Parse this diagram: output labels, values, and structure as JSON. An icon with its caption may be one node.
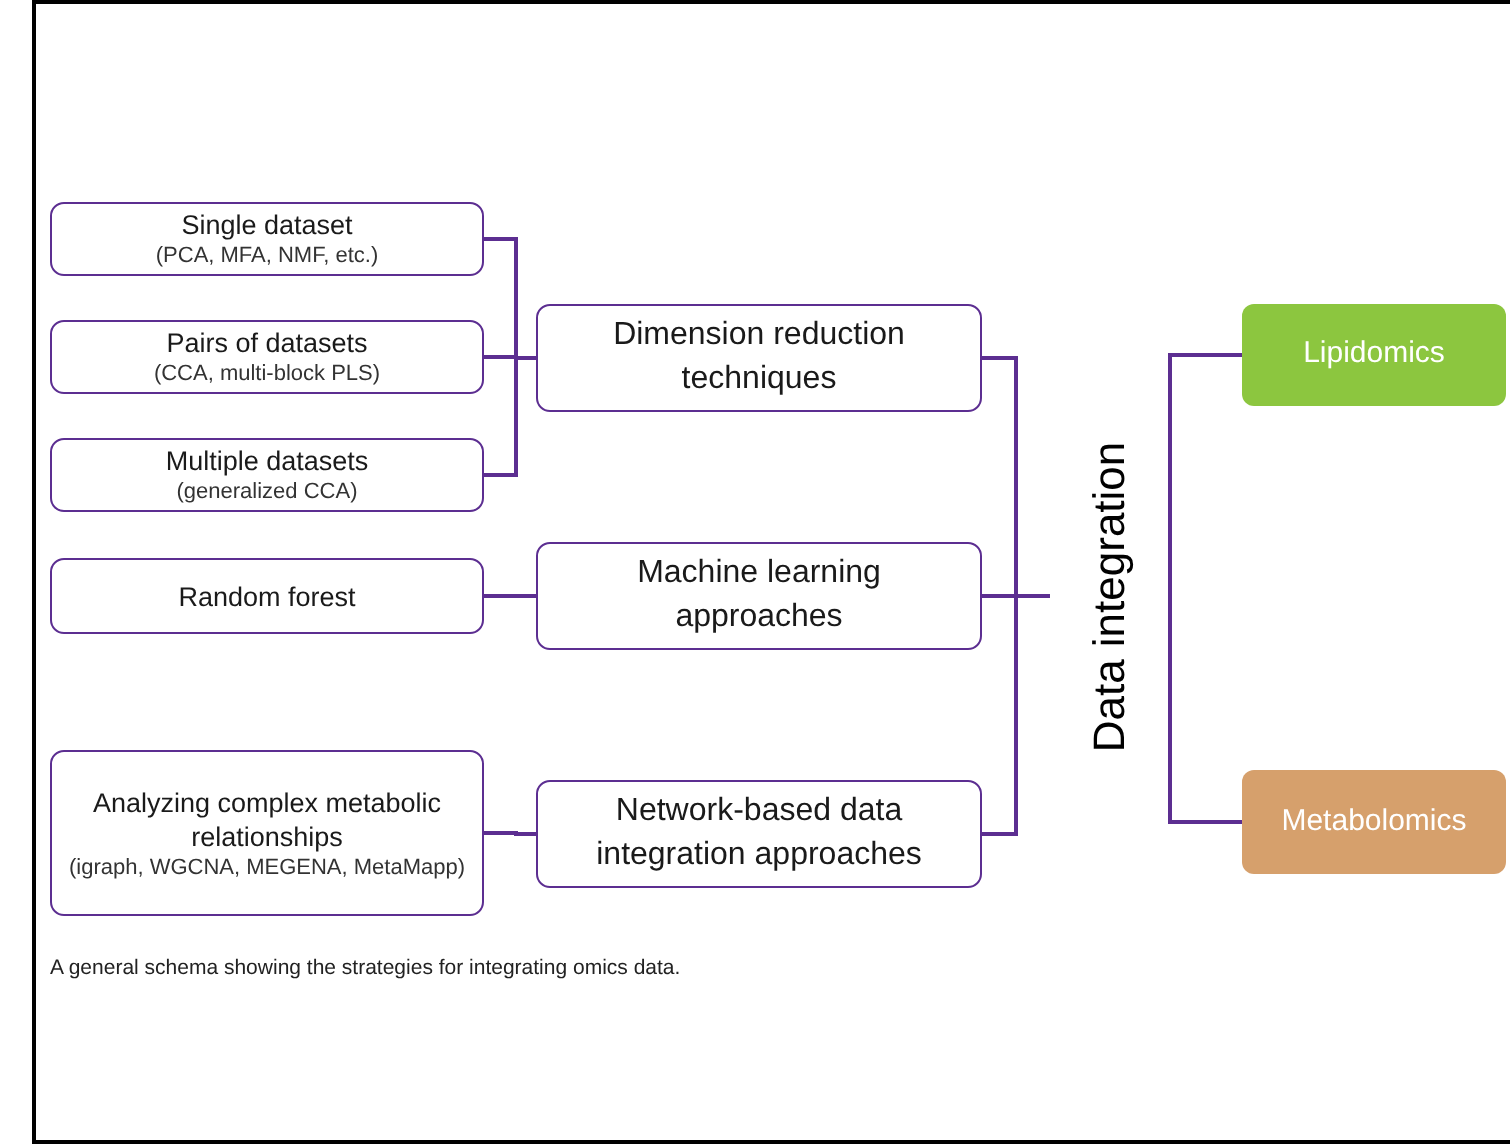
{
  "diagram": {
    "caption": "A general schema showing the strategies for integrating omics data.",
    "nodes": [
      {
        "text": [
          "Single dataset",
          "(PCA, MFA, NMF, etc.)"
        ]
      },
      {
        "text": [
          "Pairs of datasets",
          "(CCA, multi-block PLS)"
        ]
      },
      {
        "text": [
          "Multiple datasets",
          "(generalized CCA)"
        ]
      },
      {
        "text": [
          "Random forest"
        ]
      },
      {
        "text": [
          "Analyzing complex metabolic relationships",
          "(igraph, WGCNA, MEGENA, MetaMapp)"
        ]
      },
      {
        "text": [
          "Dimension reduction techniques"
        ]
      },
      {
        "text": [
          "Machine learning approaches"
        ]
      },
      {
        "text": [
          "Network-based data integration approaches"
        ]
      },
      {
        "text": [
          "Data integration"
        ]
      },
      {
        "text": [
          "Lipidomics"
        ]
      },
      {
        "text": [
          "Metabolomics"
        ]
      }
    ],
    "edges": [
      {
        "from": 0,
        "to": 5,
        "arrow": "none"
      },
      {
        "from": 1,
        "to": 5,
        "arrow": "none"
      },
      {
        "from": 2,
        "to": 5,
        "arrow": "none"
      },
      {
        "from": 3,
        "to": 6,
        "arrow": "none"
      },
      {
        "from": 4,
        "to": 7,
        "arrow": "none"
      },
      {
        "from": 5,
        "to": 8,
        "arrow": "none"
      },
      {
        "from": 6,
        "to": 8,
        "arrow": "none"
      },
      {
        "from": 7,
        "to": 8,
        "arrow": "none"
      },
      {
        "from": 8,
        "to": 9,
        "arrow": "none"
      },
      {
        "from": 8,
        "to": 10,
        "arrow": "none"
      }
    ]
  }
}
